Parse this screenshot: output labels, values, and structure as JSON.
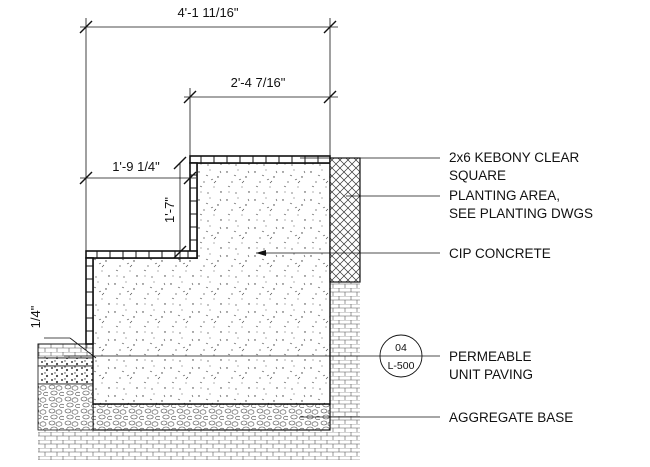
{
  "dimensions": {
    "overall_width": "4'-1 11/16\"",
    "upper_width": "2'-4 7/16\"",
    "step_width": "1'-9 1/4\"",
    "step_height": "1'-7\"",
    "paver_gap": "1/4\""
  },
  "notes": [
    {
      "line1": "2x6 KEBONY CLEAR",
      "line2": "SQUARE"
    },
    {
      "line1": "PLANTING AREA,",
      "line2": "SEE PLANTING DWGS"
    },
    {
      "line1": "CIP CONCRETE",
      "line2": ""
    },
    {
      "line1": "PERMEABLE",
      "line2": "UNIT PAVING"
    },
    {
      "line1": "AGGREGATE BASE",
      "line2": ""
    }
  ],
  "detail_tag": {
    "number": "04",
    "sheet": "L-500"
  }
}
